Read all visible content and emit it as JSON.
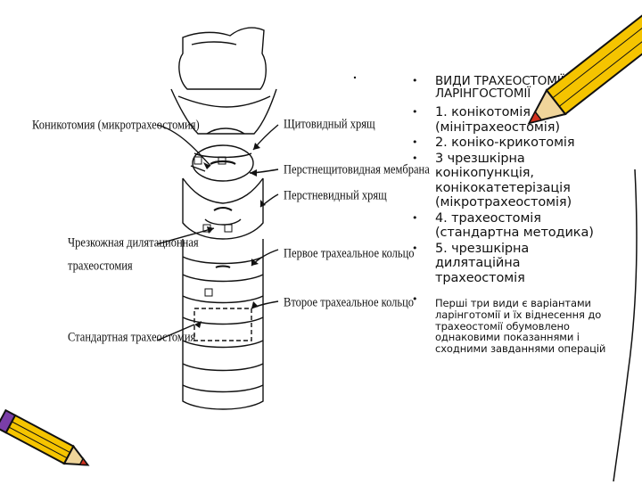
{
  "diagram": {
    "labels": {
      "conicotomy": "Коникотомия (микротрахеостомия)",
      "thyroid_cartilage": "Щитовидный хрящ",
      "cricothyroid_membrane": "Перстнещитовидная мембрана",
      "cricoid_cartilage": "Перстневидный хрящ",
      "percutaneous_line1": "Чрезкожная дилятационная",
      "percutaneous_line2": "трахеостомия",
      "first_ring": "Первое трахеальное кольцо",
      "second_ring": "Второе трахеальное кольцо",
      "standard": "Стандартная трахеостомия"
    }
  },
  "content": {
    "items": [
      "ВИДИ ТРАХЕОСТОМІЇ І ЛАРІНГОСТОМІЇ",
      "1. конікотомія (мінітрахеостомія)",
      "2. коніко-крикотомія",
      "3 чрезшкірна конікопункція, конікокатетерізація (мікротрахеостомія)",
      "4. трахеостомія (стандартна методика)",
      "5. чрезшкірна дилятаційна трахеостомія",
      "Перші три види є варіантами ларінготомії и їх віднесення до трахеостомії обумовлено однаковими показаннями і сходними завданнями операцій"
    ]
  },
  "colors": {
    "pencil_yellow": "#f5c400",
    "pencil_red": "#d4321f",
    "pencil_purple": "#7a3ea8"
  }
}
